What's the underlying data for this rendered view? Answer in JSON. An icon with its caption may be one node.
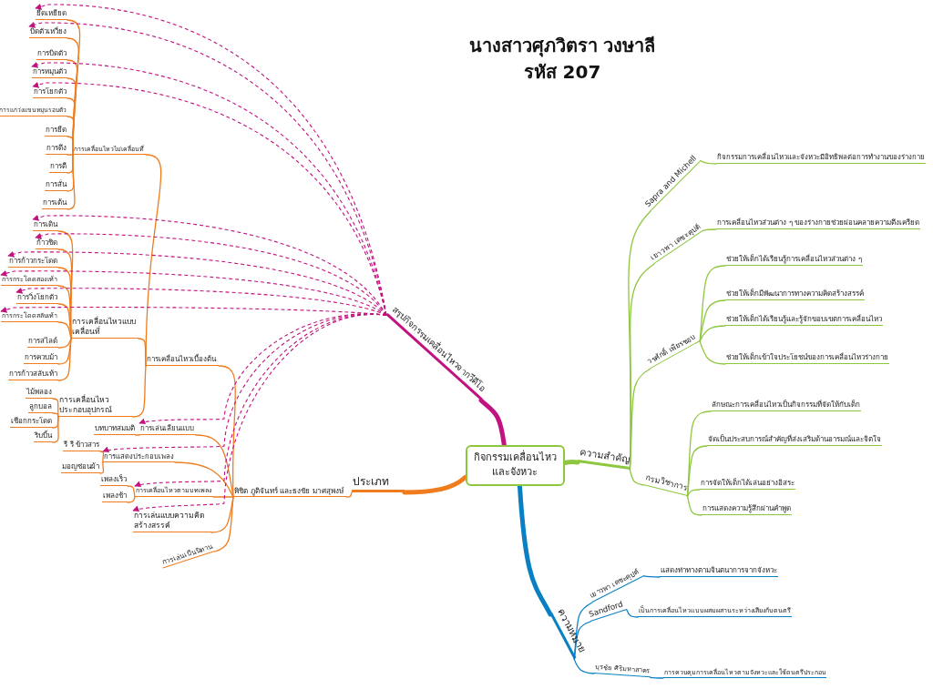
{
  "diagram": {
    "title": "นางสาวศุภวิตรา วงษาลี รหัส 207",
    "nodes": [
      {
        "text": [
          "กิจกรรมเคลื่อนไหว และจังหวะ"
        ]
      },
      {
        "text": [
          "สรุปกิจกรรมเคลื่อนไหวจากวีดีโอ"
        ]
      },
      {
        "text": [
          "ประเภท"
        ]
      },
      {
        "text": [
          "พิชิต ภูติจันทร์ และธงชัย มาศสุพงษ์"
        ]
      },
      {
        "text": [
          "การเคลื่อนไหวเบื้องต้น"
        ]
      },
      {
        "text": [
          "การเคลื่อนไหวไม่เคลื่อนที่"
        ]
      },
      {
        "text": [
          "ยืดเหยียด"
        ]
      },
      {
        "text": [
          "บิดตัวเหวี่ยง"
        ]
      },
      {
        "text": [
          "การบิดตัว"
        ]
      },
      {
        "text": [
          "การหมุนตัว"
        ]
      },
      {
        "text": [
          "การโยกตัว"
        ]
      },
      {
        "text": [
          "การแกว่งแขนหมุนรอบตัว"
        ]
      },
      {
        "text": [
          "การยืด"
        ]
      },
      {
        "text": [
          "การดึง"
        ]
      },
      {
        "text": [
          "การตี"
        ]
      },
      {
        "text": [
          "การสั่น"
        ]
      },
      {
        "text": [
          "การเต้น"
        ]
      },
      {
        "text": [
          "การเคลื่อนไหวแบบเคลื่อนที่"
        ]
      },
      {
        "text": [
          "การเดิน"
        ]
      },
      {
        "text": [
          "ก้าวชิด"
        ]
      },
      {
        "text": [
          "การก้าวกระโดด"
        ]
      },
      {
        "text": [
          "การกระโดดสองเท้า"
        ]
      },
      {
        "text": [
          "การวิ่งโยกตัว"
        ]
      },
      {
        "text": [
          "การกระโดดสลับเท้า"
        ]
      },
      {
        "text": [
          "การสไลด์"
        ]
      },
      {
        "text": [
          "การควบม้า"
        ]
      },
      {
        "text": [
          "การก้าวสลับเท้า"
        ]
      },
      {
        "text": [
          "การเคลื่อนไหวประกอบอุปกรณ์"
        ]
      },
      {
        "text": [
          "ไม้พลอง"
        ]
      },
      {
        "text": [
          "ลูกบอล"
        ]
      },
      {
        "text": [
          "เชือกกระโดด"
        ]
      },
      {
        "text": [
          "ริบบิ้น"
        ]
      },
      {
        "text": [
          "การเล่นเลียนแบบ"
        ]
      },
      {
        "text": [
          "บทบาทสมมติ"
        ]
      },
      {
        "text": [
          "การแสดงประกอบเพลง"
        ]
      },
      {
        "text": [
          "รี รี ข้าวสาร"
        ]
      },
      {
        "text": [
          "มอญซ่อนผ้า"
        ]
      },
      {
        "text": [
          "การเคลื่อนไหวตามบทเพลง"
        ]
      },
      {
        "text": [
          "เพลงเร็ว"
        ]
      },
      {
        "text": [
          "เพลงช้า"
        ]
      },
      {
        "text": [
          "การเล่นแบบความคิดสร้างสรรค์"
        ]
      },
      {
        "text": [
          "การเล่นเป็นนิทาน"
        ]
      },
      {
        "text": [
          "ความสำคัญ"
        ]
      },
      {
        "text": [
          "Sapra and Michell"
        ]
      },
      {
        "text": [
          "กิจกรรมการเคลื่อนไหวและจังหวะมีอิทธิพลต่อการทำงานของร่างกาย"
        ]
      },
      {
        "text": [
          "เยาวพา เดชะคุปต์"
        ]
      },
      {
        "text": [
          "การเคลื่อนไหวส่วนต่าง ๆ ของร่างกายช่วยผ่อนคลายความตึงเครียด"
        ]
      },
      {
        "text": [
          "วรศักดิ์ เพียรชอบ"
        ]
      },
      {
        "text": [
          "ช่วยให้เด็กได้เรียนรู้การเคลื่อนไหวส่วนต่าง ๆ"
        ]
      },
      {
        "text": [
          "ช่วยให้เด็กมีพัฒนาการทางความคิดสร้างสรรค์"
        ]
      },
      {
        "text": [
          "ช่วยให้เด็กได้เรียนรู้และรู้จักขอบเขตการเคลื่อนไหว"
        ]
      },
      {
        "text": [
          "ช่วยให้เด็กเข้าใจประโยชน์ของการเคลื่อนไหวร่างกาย"
        ]
      },
      {
        "text": [
          "กรมวิชาการ"
        ]
      },
      {
        "text": [
          "ลักษณะการเคลื่อนไหวเป็นกิจกรรมที่จัดให้กับเด็ก"
        ]
      },
      {
        "text": [
          "จัดเป็นประสบการณ์สำคัญที่ส่งเสริมด้านอารมณ์และจิตใจ"
        ]
      },
      {
        "text": [
          "การจัดให้เด็กได้เล่นอย่างอิสระ"
        ]
      },
      {
        "text": [
          "การแสดงความรู้สึกผ่านคำพูด"
        ]
      },
      {
        "text": [
          "ความหมาย"
        ]
      },
      {
        "text": [
          "เยาวพา เดชะคุปต์"
        ]
      },
      {
        "text": [
          "แสดงท่าทางตามจินตนาการจากจังหวะ"
        ]
      },
      {
        "text": [
          "Sandford"
        ]
      },
      {
        "text": [
          "เป็นการเคลื่อนไหวแบบผสมผสานระหว่างเสียงกับดนตรี"
        ]
      },
      {
        "text": [
          "บุรชัย ศิริมหาสาคร"
        ]
      },
      {
        "text": [
          "การควบคุมการเคลื่อนไหวตามจังหวะและใช้ดนตรีประกอบ"
        ]
      }
    ],
    "edges": [
      {
        "from": 0,
        "to": 1,
        "arrow": "none",
        "style": "thick",
        "color": "#c2127f"
      },
      {
        "from": 0,
        "to": 2,
        "arrow": "none",
        "style": "thick"
      },
      {
        "from": 2,
        "to": 3,
        "arrow": "none"
      },
      {
        "from": 3,
        "to": 4,
        "arrow": "none"
      },
      {
        "from": 4,
        "to": 5,
        "arrow": "none"
      },
      {
        "from": 5,
        "to": 6,
        "arrow": "none"
      },
      {
        "from": 5,
        "to": 7,
        "arrow": "none"
      },
      {
        "from": 5,
        "to": 8,
        "arrow": "none"
      },
      {
        "from": 5,
        "to": 9,
        "arrow": "none"
      },
      {
        "from": 5,
        "to": 10,
        "arrow": "none"
      },
      {
        "from": 5,
        "to": 11,
        "arrow": "none"
      },
      {
        "from": 5,
        "to": 12,
        "arrow": "none"
      },
      {
        "from": 5,
        "to": 13,
        "arrow": "none"
      },
      {
        "from": 5,
        "to": 14,
        "arrow": "none"
      },
      {
        "from": 5,
        "to": 15,
        "arrow": "none"
      },
      {
        "from": 5,
        "to": 16,
        "arrow": "none"
      },
      {
        "from": 4,
        "to": 17,
        "arrow": "none"
      },
      {
        "from": 17,
        "to": 18,
        "arrow": "none"
      },
      {
        "from": 17,
        "to": 19,
        "arrow": "none"
      },
      {
        "from": 17,
        "to": 20,
        "arrow": "none"
      },
      {
        "from": 17,
        "to": 21,
        "arrow": "none"
      },
      {
        "from": 17,
        "to": 22,
        "arrow": "none"
      },
      {
        "from": 17,
        "to": 23,
        "arrow": "none"
      },
      {
        "from": 17,
        "to": 24,
        "arrow": "none"
      },
      {
        "from": 17,
        "to": 25,
        "arrow": "none"
      },
      {
        "from": 17,
        "to": 26,
        "arrow": "none"
      },
      {
        "from": 4,
        "to": 27,
        "arrow": "none"
      },
      {
        "from": 27,
        "to": 28,
        "arrow": "none"
      },
      {
        "from": 27,
        "to": 29,
        "arrow": "none"
      },
      {
        "from": 27,
        "to": 30,
        "arrow": "none"
      },
      {
        "from": 27,
        "to": 31,
        "arrow": "none"
      },
      {
        "from": 3,
        "to": 32,
        "arrow": "none"
      },
      {
        "from": 32,
        "to": 33,
        "arrow": "none"
      },
      {
        "from": 3,
        "to": 34,
        "arrow": "none"
      },
      {
        "from": 34,
        "to": 35,
        "arrow": "none"
      },
      {
        "from": 34,
        "to": 36,
        "arrow": "none"
      },
      {
        "from": 3,
        "to": 37,
        "arrow": "none"
      },
      {
        "from": 37,
        "to": 38,
        "arrow": "none"
      },
      {
        "from": 37,
        "to": 39,
        "arrow": "none"
      },
      {
        "from": 3,
        "to": 40,
        "arrow": "none"
      },
      {
        "from": 3,
        "to": 41,
        "arrow": "none"
      },
      {
        "from": 0,
        "to": 42,
        "arrow": "none",
        "style": "thick",
        "color": "#8dc63f"
      },
      {
        "from": 42,
        "to": 43,
        "arrow": "none",
        "color": "#8dc63f"
      },
      {
        "from": 43,
        "to": 44,
        "arrow": "none",
        "color": "#8dc63f"
      },
      {
        "from": 42,
        "to": 45,
        "arrow": "none",
        "color": "#8dc63f"
      },
      {
        "from": 45,
        "to": 46,
        "arrow": "none",
        "color": "#8dc63f"
      },
      {
        "from": 42,
        "to": 47,
        "arrow": "none",
        "color": "#8dc63f"
      },
      {
        "from": 47,
        "to": 48,
        "arrow": "none",
        "color": "#8dc63f"
      },
      {
        "from": 47,
        "to": 49,
        "arrow": "none",
        "color": "#8dc63f"
      },
      {
        "from": 47,
        "to": 50,
        "arrow": "none",
        "color": "#8dc63f"
      },
      {
        "from": 47,
        "to": 51,
        "arrow": "none",
        "color": "#8dc63f"
      },
      {
        "from": 42,
        "to": 52,
        "arrow": "none",
        "color": "#8dc63f"
      },
      {
        "from": 52,
        "to": 53,
        "arrow": "none",
        "color": "#8dc63f"
      },
      {
        "from": 52,
        "to": 54,
        "arrow": "none",
        "color": "#8dc63f"
      },
      {
        "from": 52,
        "to": 55,
        "arrow": "none",
        "color": "#8dc63f"
      },
      {
        "from": 52,
        "to": 56,
        "arrow": "none",
        "color": "#8dc63f"
      },
      {
        "from": 0,
        "to": 57,
        "arrow": "none",
        "style": "thick",
        "color": "#0a80c4"
      },
      {
        "from": 57,
        "to": 58,
        "arrow": "none",
        "color": "#0a80c4"
      },
      {
        "from": 58,
        "to": 59,
        "arrow": "none",
        "color": "#0a80c4"
      },
      {
        "from": 57,
        "to": 60,
        "arrow": "none",
        "color": "#0a80c4"
      },
      {
        "from": 60,
        "to": 61,
        "arrow": "none",
        "color": "#0a80c4"
      },
      {
        "from": 57,
        "to": 62,
        "arrow": "none",
        "color": "#0a80c4"
      },
      {
        "from": 62,
        "to": 63,
        "arrow": "none",
        "color": "#0a80c4"
      },
      {
        "from": 1,
        "to": 6,
        "arrow": "to",
        "style": "dashed",
        "color": "#c2127f"
      },
      {
        "from": 1,
        "to": 7,
        "arrow": "to",
        "style": "dashed",
        "color": "#c2127f"
      },
      {
        "from": 1,
        "to": 9,
        "arrow": "to",
        "style": "dashed",
        "color": "#c2127f"
      },
      {
        "from": 1,
        "to": 10,
        "arrow": "to",
        "style": "dashed",
        "color": "#c2127f"
      },
      {
        "from": 1,
        "to": 18,
        "arrow": "to",
        "style": "dashed",
        "color": "#c2127f"
      },
      {
        "from": 1,
        "to": 19,
        "arrow": "to",
        "style": "dashed",
        "color": "#c2127f"
      },
      {
        "from": 1,
        "to": 20,
        "arrow": "to",
        "style": "dashed",
        "color": "#c2127f"
      },
      {
        "from": 1,
        "to": 21,
        "arrow": "to",
        "style": "dashed",
        "color": "#c2127f"
      },
      {
        "from": 1,
        "to": 22,
        "arrow": "to",
        "style": "dashed",
        "color": "#c2127f"
      },
      {
        "from": 1,
        "to": 23,
        "arrow": "to",
        "style": "dashed",
        "color": "#c2127f"
      },
      {
        "from": 1,
        "to": 32,
        "arrow": "to",
        "style": "dashed",
        "color": "#c2127f"
      },
      {
        "from": 1,
        "to": 34,
        "arrow": "to",
        "style": "dashed",
        "color": "#c2127f"
      },
      {
        "from": 1,
        "to": 37,
        "arrow": "to",
        "style": "dashed",
        "color": "#c2127f"
      },
      {
        "from": 1,
        "to": 40,
        "arrow": "to",
        "style": "dashed",
        "color": "#c2127f"
      }
    ]
  }
}
